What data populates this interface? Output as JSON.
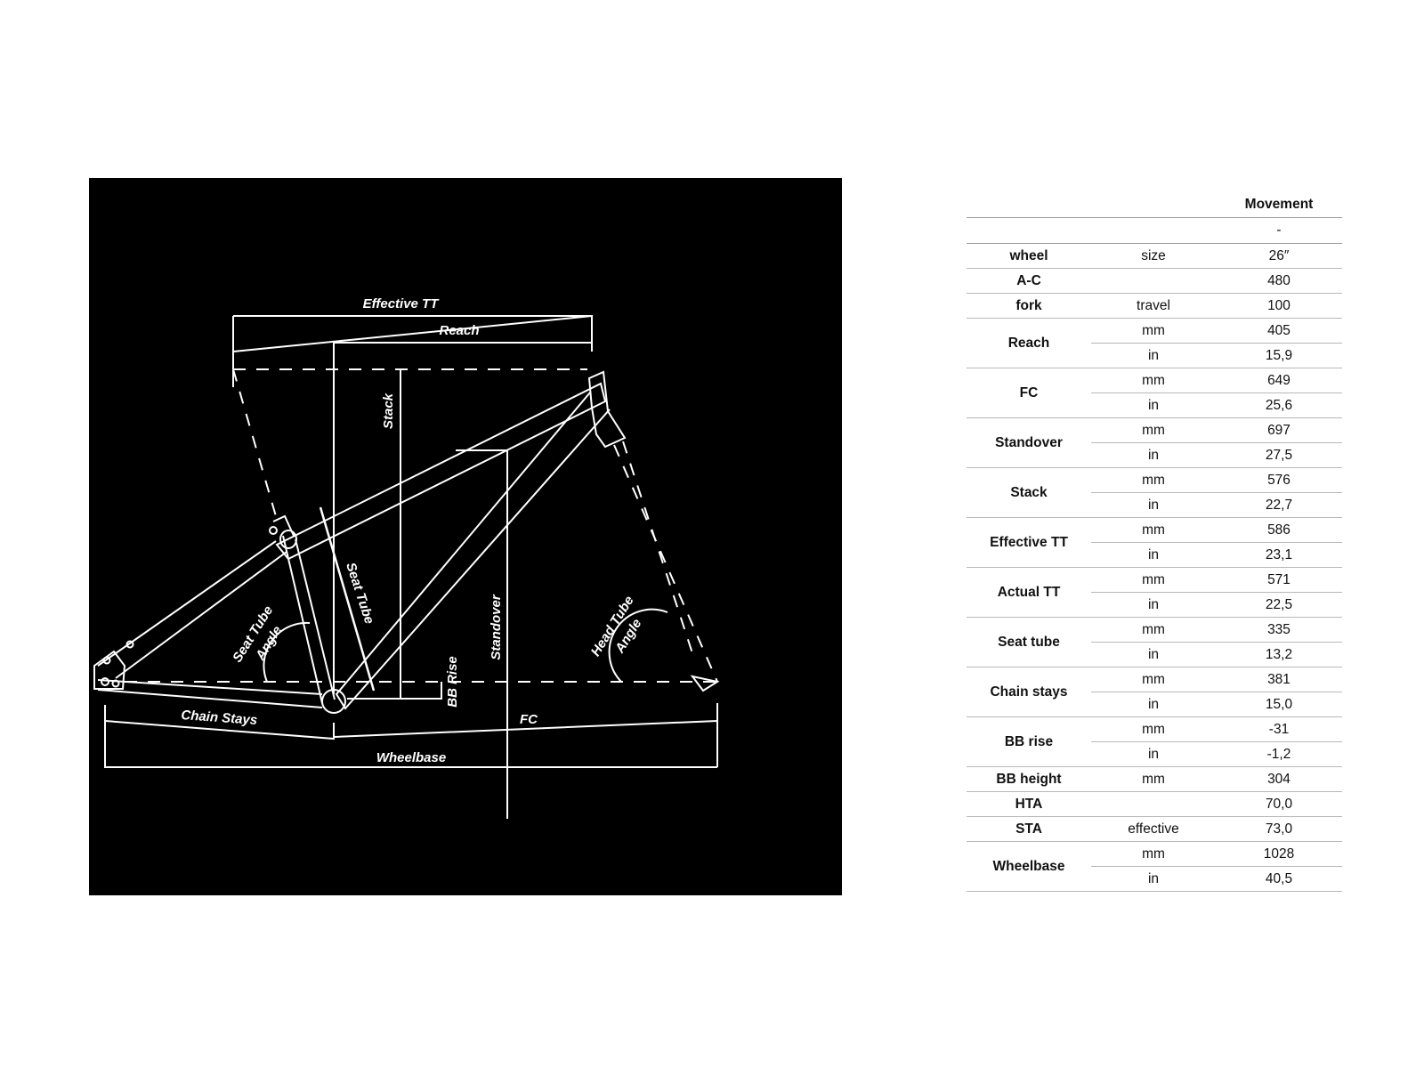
{
  "diagram": {
    "labels": {
      "effective_tt": "Effective TT",
      "reach": "Reach",
      "stack": "Stack",
      "seat_tube": "Seat Tube",
      "seat_tube_angle_1": "Seat Tube",
      "seat_tube_angle_2": "Angle",
      "head_tube_angle_1": "Head Tube",
      "head_tube_angle_2": "Angle",
      "standover": "Standover",
      "bb_rise": "BB Rise",
      "chain_stays": "Chain Stays",
      "fc": "FC",
      "wheelbase": "Wheelbase"
    }
  },
  "table": {
    "model": "Movement",
    "size": "-",
    "rows": [
      {
        "param": "wheel",
        "unit": "size",
        "value": "26″"
      },
      {
        "param": "A-C",
        "unit": "",
        "value": "480"
      },
      {
        "param": "fork",
        "unit": "travel",
        "value": "100"
      },
      {
        "param": "Reach",
        "mm": "405",
        "in": "15,9"
      },
      {
        "param": "FC",
        "mm": "649",
        "in": "25,6"
      },
      {
        "param": "Standover",
        "mm": "697",
        "in": "27,5"
      },
      {
        "param": "Stack",
        "mm": "576",
        "in": "22,7"
      },
      {
        "param": "Effective TT",
        "mm": "586",
        "in": "23,1"
      },
      {
        "param": "Actual TT",
        "mm": "571",
        "in": "22,5"
      },
      {
        "param": "Seat tube",
        "mm": "335",
        "in": "13,2"
      },
      {
        "param": "Chain stays",
        "mm": "381",
        "in": "15,0"
      },
      {
        "param": "BB rise",
        "mm": "-31",
        "in": "-1,2"
      },
      {
        "param": "BB height",
        "unit": "mm",
        "value": "304"
      },
      {
        "param": "HTA",
        "unit": "",
        "value": "70,0"
      },
      {
        "param": "STA",
        "unit": "effective",
        "value": "73,0"
      },
      {
        "param": "Wheelbase",
        "mm": "1028",
        "in": "40,5"
      }
    ],
    "unit_mm": "mm",
    "unit_in": "in"
  }
}
